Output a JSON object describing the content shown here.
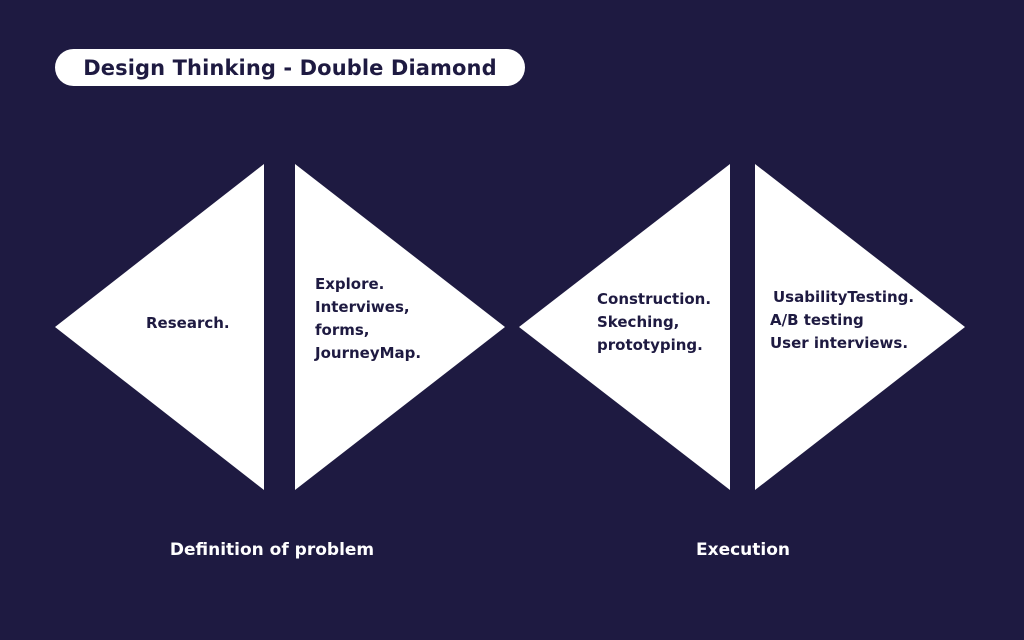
{
  "colors": {
    "background": "#1e1a41",
    "shape_fill": "#ffffff",
    "title_pill": "#ffffff",
    "dark_text": "#1e1a41",
    "light_text": "#ffffff"
  },
  "title": "Design Thinking - Double Diamond",
  "diamonds": [
    {
      "left_half": {
        "lines": [
          "Research."
        ]
      },
      "right_half": {
        "lines": [
          "Explore.",
          "Interviwes,",
          "forms,",
          "JourneyMap."
        ]
      },
      "label": "Definition of problem"
    },
    {
      "left_half": {
        "lines": [
          "Construction.",
          "Skeching,",
          "prototyping."
        ]
      },
      "right_half": {
        "lines": [
          "UsabilityTesting.",
          "A/B testing",
          "User interviews."
        ]
      },
      "label": "Execution"
    }
  ]
}
